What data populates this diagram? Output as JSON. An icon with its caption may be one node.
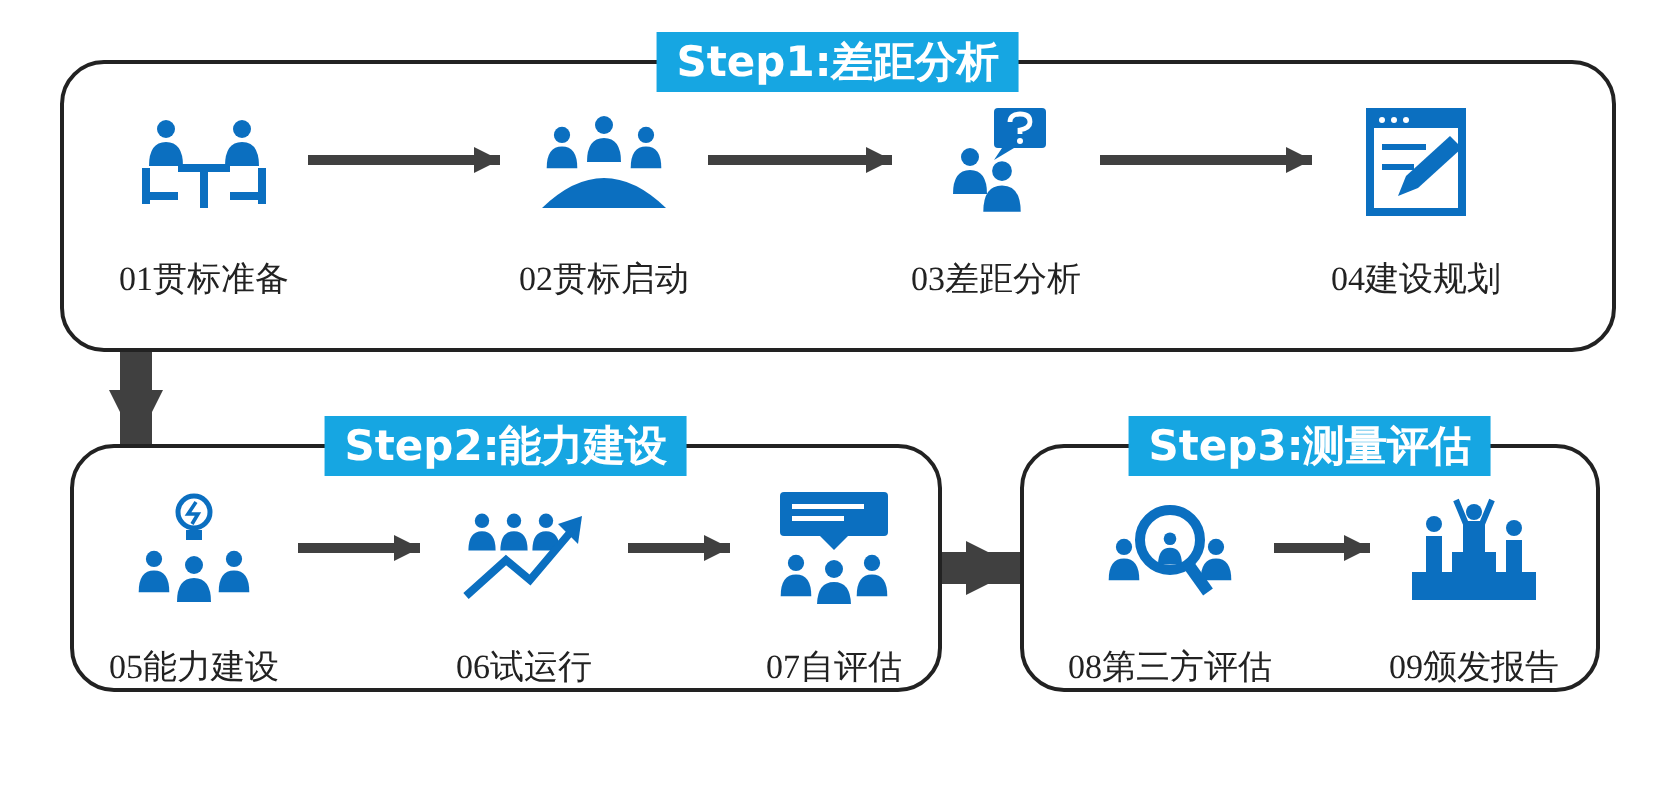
{
  "diagram": {
    "nodes": [
      {
        "text": [
          "Step1:差距分析"
        ]
      },
      {
        "text": [
          "01贯标准备"
        ],
        "in": 0
      },
      {
        "text": [
          "02贯标启动"
        ],
        "in": 0
      },
      {
        "text": [
          "03差距分析"
        ],
        "in": 0
      },
      {
        "text": [
          "04建设规划"
        ],
        "in": 0
      },
      {
        "text": [
          "Step2:能力建设"
        ]
      },
      {
        "text": [
          "05能力建设"
        ],
        "in": 5
      },
      {
        "text": [
          "06试运行"
        ],
        "in": 5
      },
      {
        "text": [
          "07自评估"
        ],
        "in": 5
      },
      {
        "text": [
          "Step3:测量评估"
        ]
      },
      {
        "text": [
          "08第三方评估"
        ],
        "in": 9
      },
      {
        "text": [
          "09颁发报告"
        ],
        "in": 9
      }
    ],
    "edges": [
      {
        "from": 1,
        "to": 2,
        "arrow": "to"
      },
      {
        "from": 2,
        "to": 3,
        "arrow": "to"
      },
      {
        "from": 3,
        "to": 4,
        "arrow": "to"
      },
      {
        "from": 0,
        "to": 5,
        "arrow": "to",
        "style": "thick"
      },
      {
        "from": 6,
        "to": 7,
        "arrow": "to"
      },
      {
        "from": 7,
        "to": 8,
        "arrow": "to"
      },
      {
        "from": 5,
        "to": 9,
        "arrow": "to",
        "style": "thick"
      },
      {
        "from": 10,
        "to": 11,
        "arrow": "to"
      }
    ]
  }
}
